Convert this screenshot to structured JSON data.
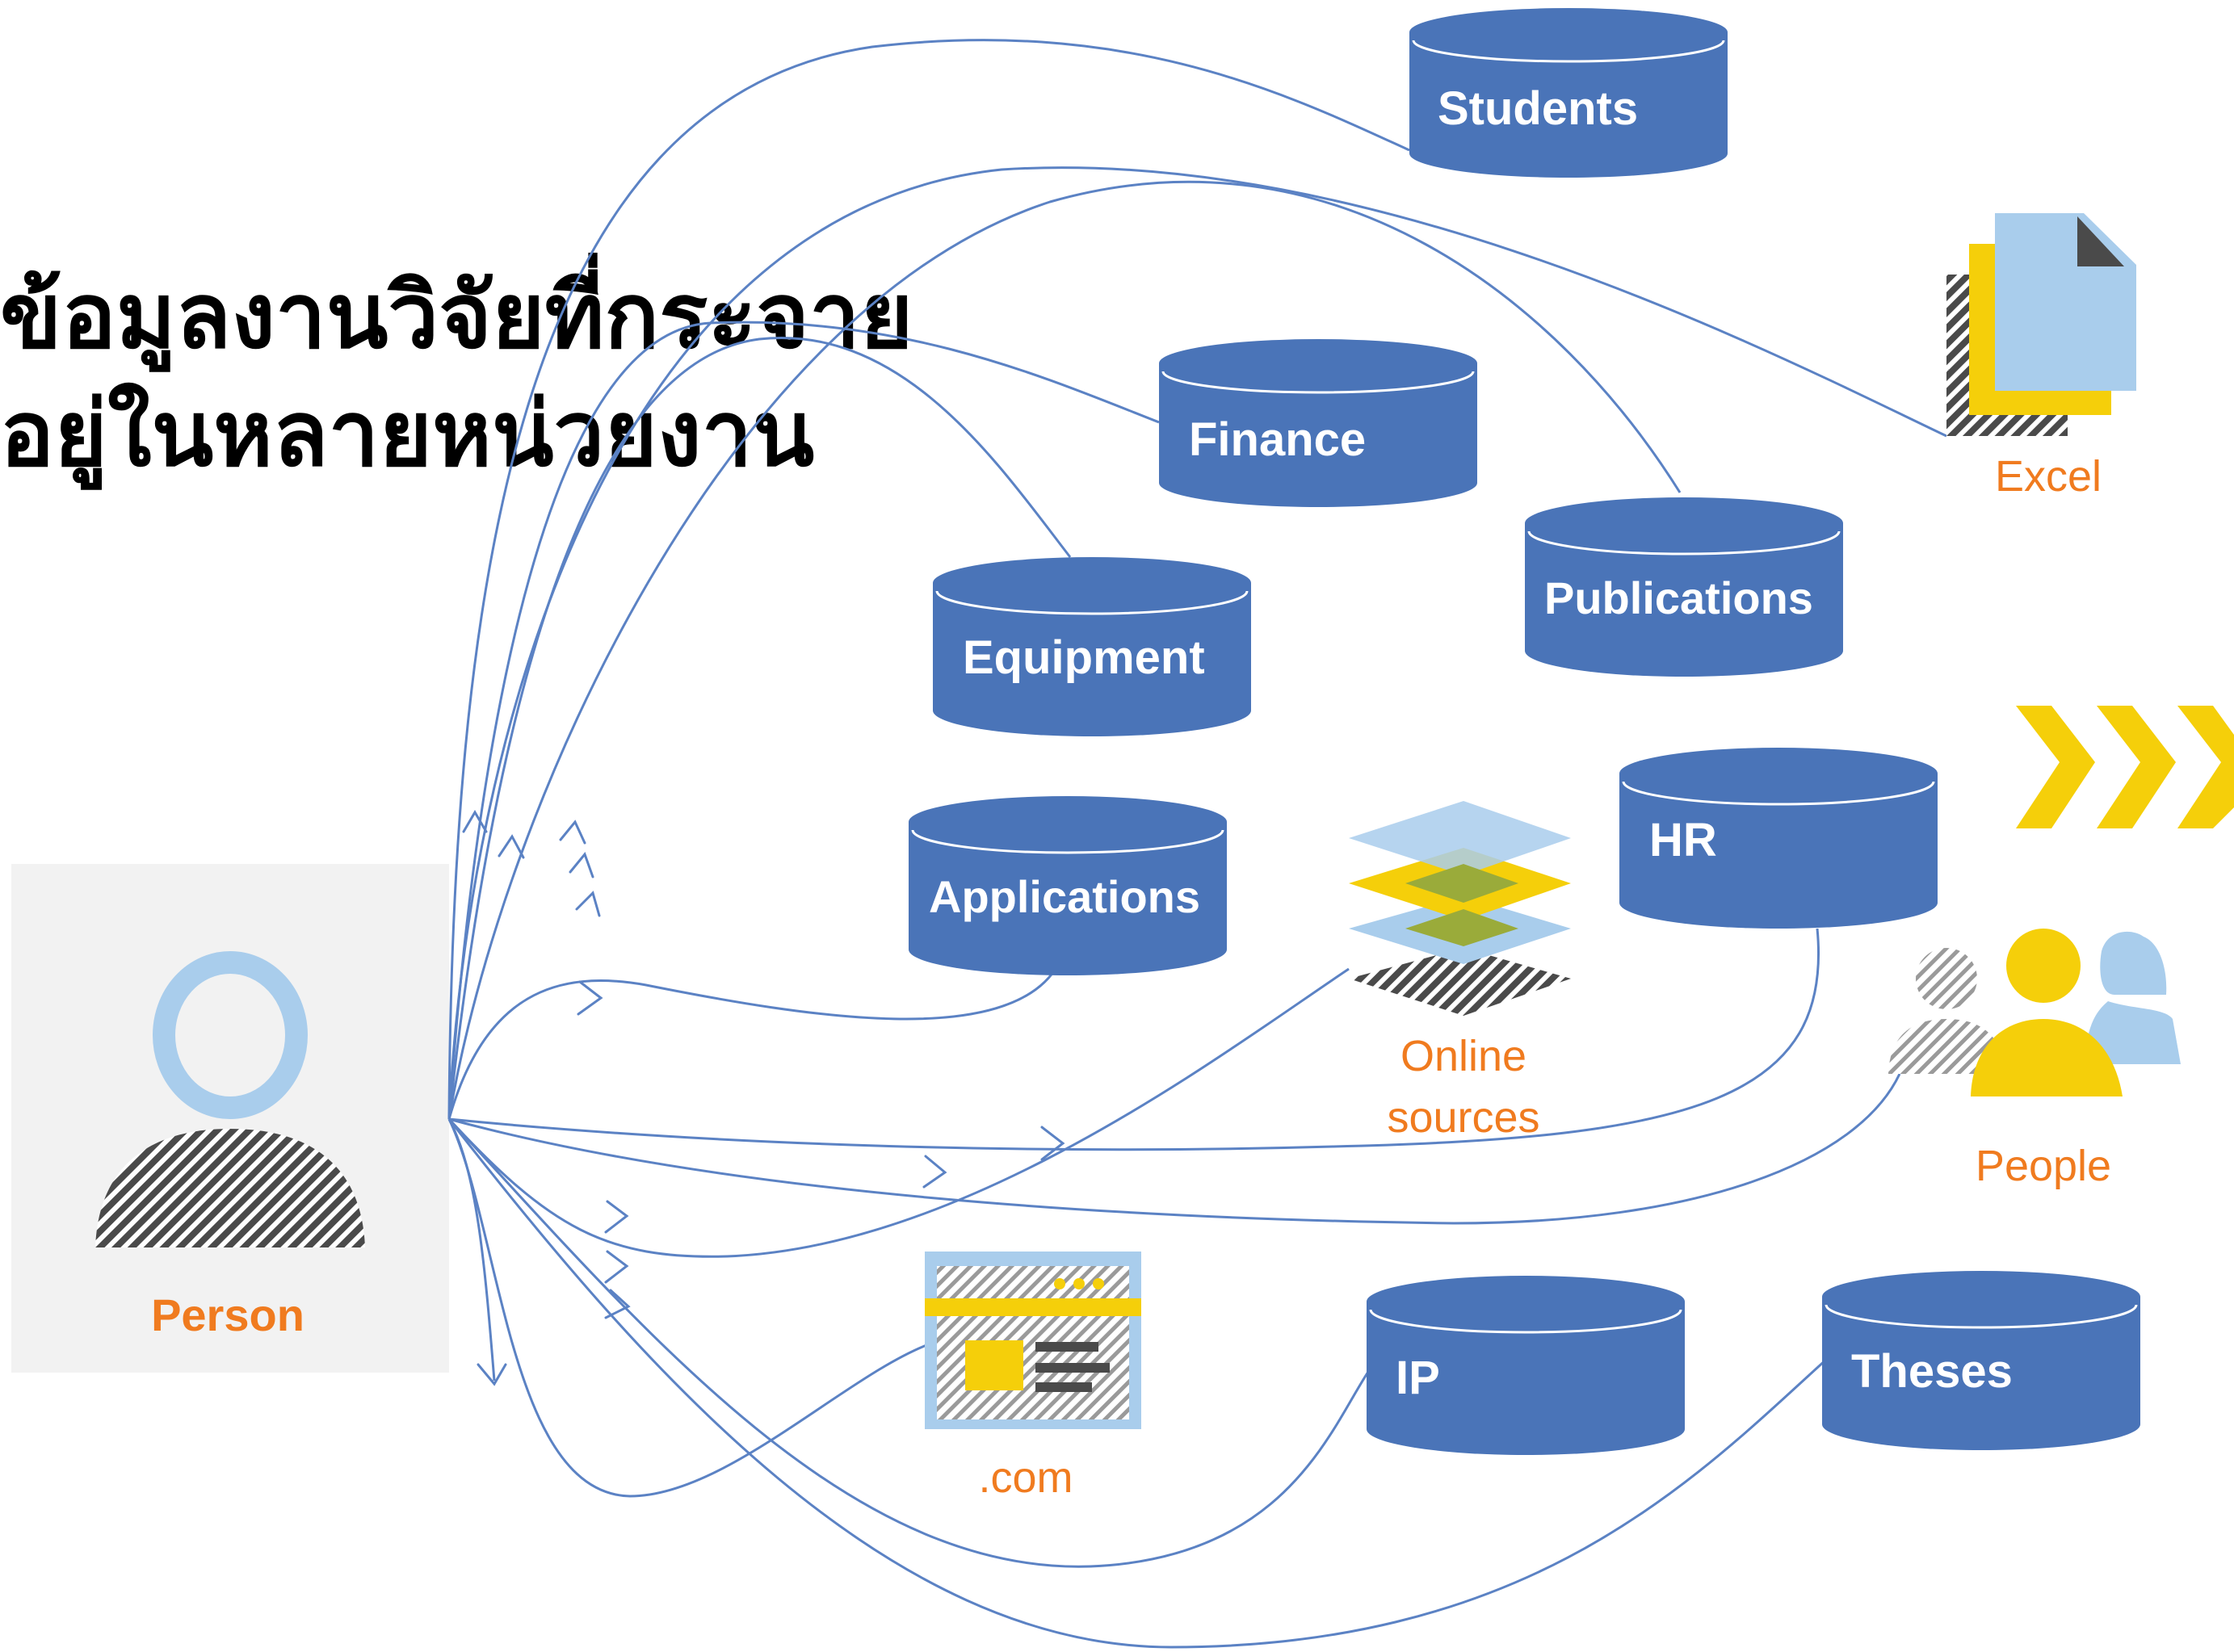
{
  "title": {
    "line1": "ข้อมูลงานวิจัยที่กระจาย",
    "line2": "อยู่ในหลายหน่วยงาน"
  },
  "person": {
    "label": "Person",
    "icon": "person-icon"
  },
  "databases": [
    {
      "id": "students",
      "label": "Students"
    },
    {
      "id": "finance",
      "label": "Finance"
    },
    {
      "id": "equipment",
      "label": "Equipment"
    },
    {
      "id": "publications",
      "label": "Publications"
    },
    {
      "id": "applications",
      "label": "Applications"
    },
    {
      "id": "hr",
      "label": "HR"
    },
    {
      "id": "ip",
      "label": "IP"
    },
    {
      "id": "theses",
      "label": "Theses"
    }
  ],
  "sources": [
    {
      "id": "excel",
      "label": "Excel",
      "icon": "excel-documents-icon"
    },
    {
      "id": "online",
      "label_line1": "Online",
      "label_line2": "sources",
      "icon": "layers-icon"
    },
    {
      "id": "people",
      "label": "People",
      "icon": "people-group-icon"
    },
    {
      "id": "web",
      "label": ".com",
      "icon": "web-browser-icon"
    }
  ],
  "decor": {
    "chevrons": "chevrons-right-icon"
  },
  "colors": {
    "database": "#4a74b8",
    "line": "#5b82c4",
    "orange_label": "#f07b1f",
    "yellow": "#f5cf0a",
    "light_blue": "#a9cdec",
    "dark": "#4a4a4a",
    "panel": "#f2f2f2"
  }
}
